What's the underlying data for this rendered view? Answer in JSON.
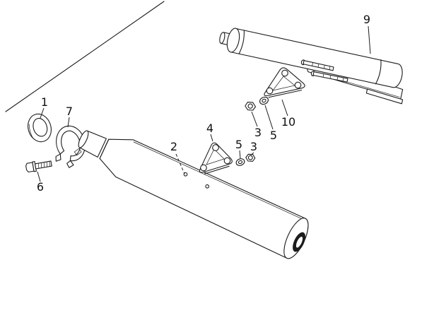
{
  "figure": {
    "type": "exploded-parts-diagram",
    "background": "#ffffff",
    "line_color": "#1c1c1c",
    "labels": [
      {
        "name": "callout-1",
        "text": "1"
      },
      {
        "name": "callout-7",
        "text": "7"
      },
      {
        "name": "callout-6",
        "text": "6"
      },
      {
        "name": "callout-2",
        "text": "2"
      },
      {
        "name": "callout-4",
        "text": "4"
      },
      {
        "name": "callout-5-mid",
        "text": "5"
      },
      {
        "name": "callout-3-mid",
        "text": "3"
      },
      {
        "name": "callout-3-top",
        "text": "3"
      },
      {
        "name": "callout-5-top",
        "text": "5"
      },
      {
        "name": "callout-10",
        "text": "10"
      },
      {
        "name": "callout-9",
        "text": "9"
      }
    ]
  }
}
